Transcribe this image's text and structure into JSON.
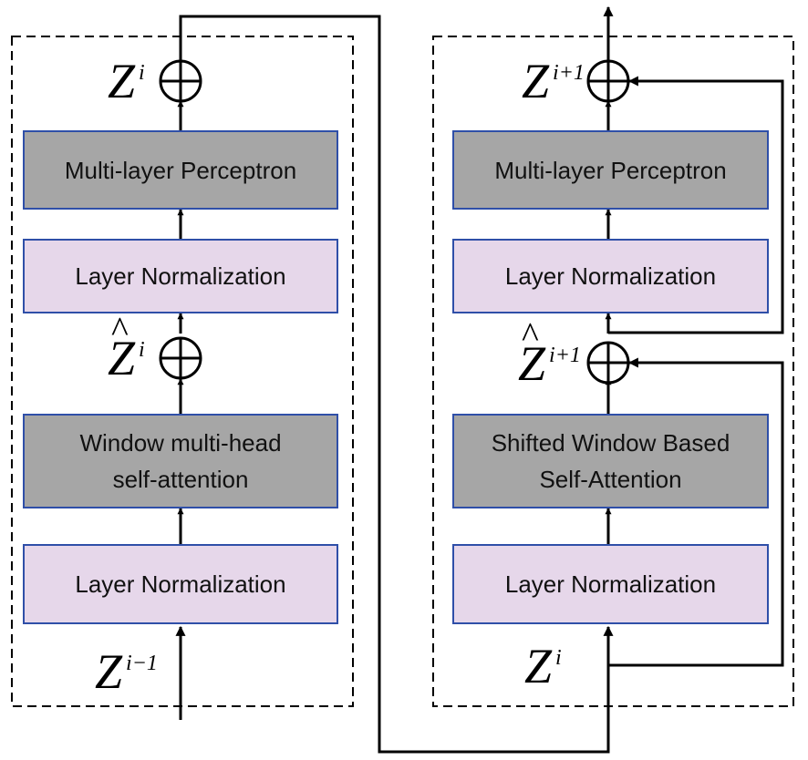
{
  "left_block": {
    "mlp_label": "Multi-layer Perceptron",
    "ln_top_label": "Layer Normalization",
    "attention_label": "Window multi-head\nself-attention",
    "ln_bottom_label": "Layer Normalization",
    "output_symbol": {
      "base": "Z",
      "sup": "i"
    },
    "intermediate_symbol": {
      "base": "Z",
      "sup": "i",
      "hat": "^"
    },
    "input_symbol": {
      "base": "Z",
      "sup": "i−1"
    }
  },
  "right_block": {
    "mlp_label": "Multi-layer Perceptron",
    "ln_top_label": "Layer Normalization",
    "attention_label": "Shifted Window Based\nSelf-Attention",
    "ln_bottom_label": "Layer Normalization",
    "output_symbol": {
      "base": "Z",
      "sup": "i+1"
    },
    "intermediate_symbol": {
      "base": "Z",
      "sup": "i+1",
      "hat": "^"
    },
    "input_symbol": {
      "base": "Z",
      "sup": "i"
    }
  },
  "colors": {
    "box_border": "#2f4fa8",
    "gray_fill": "#a6a6a6",
    "lilac_fill": "#e6d7ea",
    "line": "#000000"
  }
}
